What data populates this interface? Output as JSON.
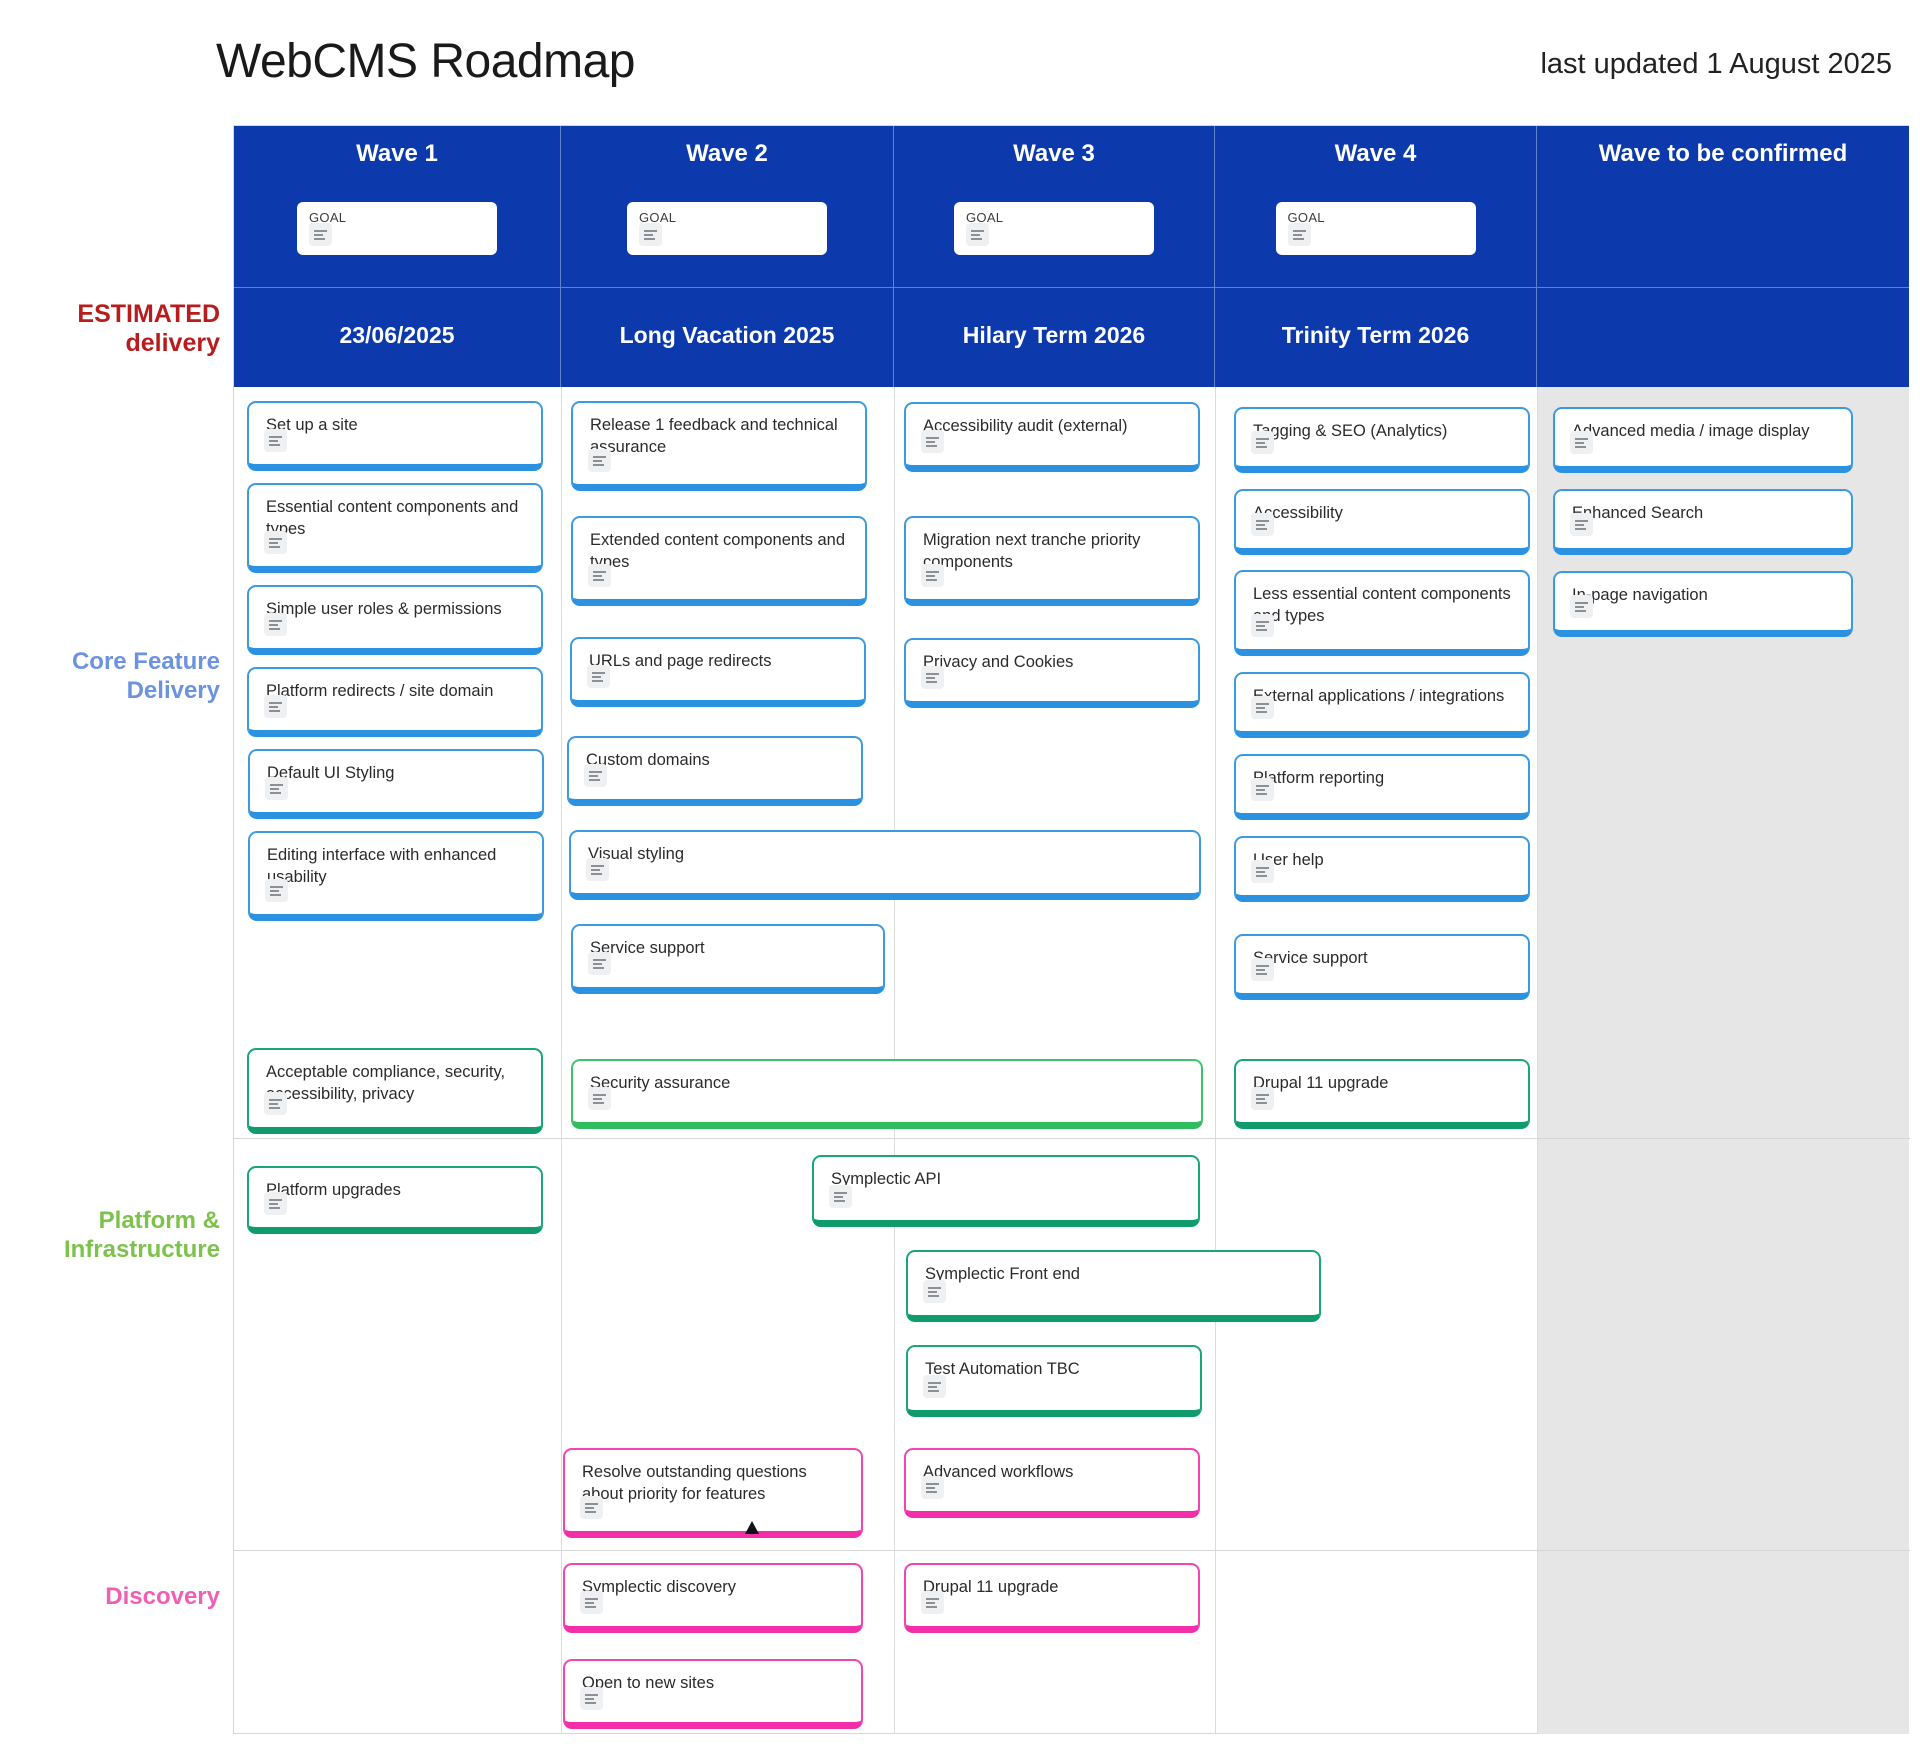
{
  "header": {
    "title": "WebCMS Roadmap",
    "last_updated": "last updated 1 August 2025"
  },
  "colors": {
    "header_blue": "#0c39ab",
    "estimated_red": "#b91c1c",
    "core_blue": "#6b93e0",
    "platform_green": "#7dc24b",
    "discovery_pink": "#ee5fb5",
    "card_blue": "#3c9ae0",
    "card_teal": "#19a777",
    "card_green": "#3dc56b",
    "card_pink": "#f245b0",
    "tbc_column_bg": "#e6e6e6"
  },
  "row_labels": {
    "estimated_delivery": "ESTIMATED\ndelivery",
    "estimated_delivery_line1": "ESTIMATED",
    "estimated_delivery_line2": "delivery",
    "core": "Core Feature\nDelivery",
    "core_line1": "Core Feature",
    "core_line2": "Delivery",
    "platform_line1": "Platform &",
    "platform_line2": "Infrastructure",
    "discovery": "Discovery"
  },
  "goal_label": "GOAL",
  "columns": [
    {
      "title": "Wave 1",
      "estimated_delivery": "23/06/2025",
      "has_goal": true
    },
    {
      "title": "Wave 2",
      "estimated_delivery": "Long Vacation 2025",
      "has_goal": true
    },
    {
      "title": "Wave 3",
      "estimated_delivery": "Hilary Term 2026",
      "has_goal": true
    },
    {
      "title": "Wave 4",
      "estimated_delivery": "Trinity Term 2026",
      "has_goal": true
    },
    {
      "title": "Wave to be confirmed",
      "estimated_delivery": "",
      "has_goal": false
    }
  ],
  "lanes": [
    {
      "name": "Core Feature Delivery",
      "cards": [
        {
          "label": "Set up a site"
        },
        {
          "label": "Essential content components and types"
        },
        {
          "label": "Simple user roles & permissions"
        },
        {
          "label": "Platform redirects / site domain"
        },
        {
          "label": "Default UI Styling"
        },
        {
          "label": "Editing interface with enhanced usability"
        },
        {
          "label": "Release 1 feedback and technical assurance"
        },
        {
          "label": "Extended content components and types"
        },
        {
          "label": "URLs and page redirects"
        },
        {
          "label": "Custom domains"
        },
        {
          "label": "Visual styling"
        },
        {
          "label": "Service support"
        },
        {
          "label": "Accessibility audit (external)"
        },
        {
          "label": "Migration next tranche priority components"
        },
        {
          "label": "Privacy and Cookies"
        },
        {
          "label": "Tagging & SEO (Analytics)"
        },
        {
          "label": "Accessibility"
        },
        {
          "label": "Less essential content components and types"
        },
        {
          "label": "External applications / integrations"
        },
        {
          "label": "Platform reporting"
        },
        {
          "label": "User help"
        },
        {
          "label": "Service support"
        },
        {
          "label": "Advanced media / image display"
        },
        {
          "label": "Enhanced Search"
        },
        {
          "label": "In-page navigation"
        }
      ]
    },
    {
      "name": "Platform & Infrastructure",
      "cards": [
        {
          "label": "Acceptable compliance, security, accessibility, privacy"
        },
        {
          "label": "Platform upgrades"
        },
        {
          "label": "Security assurance"
        },
        {
          "label": "Symplectic API"
        },
        {
          "label": "Symplectic Front end"
        },
        {
          "label": "Test Automation TBC"
        },
        {
          "label": "Drupal 11 upgrade"
        }
      ]
    },
    {
      "name": "Discovery",
      "cards": [
        {
          "label": "Resolve outstanding questions about priority for features"
        },
        {
          "label": "Symplectic discovery"
        },
        {
          "label": "Open to new sites"
        },
        {
          "label": "Advanced workflows"
        },
        {
          "label": "Drupal 11 upgrade"
        }
      ]
    }
  ]
}
